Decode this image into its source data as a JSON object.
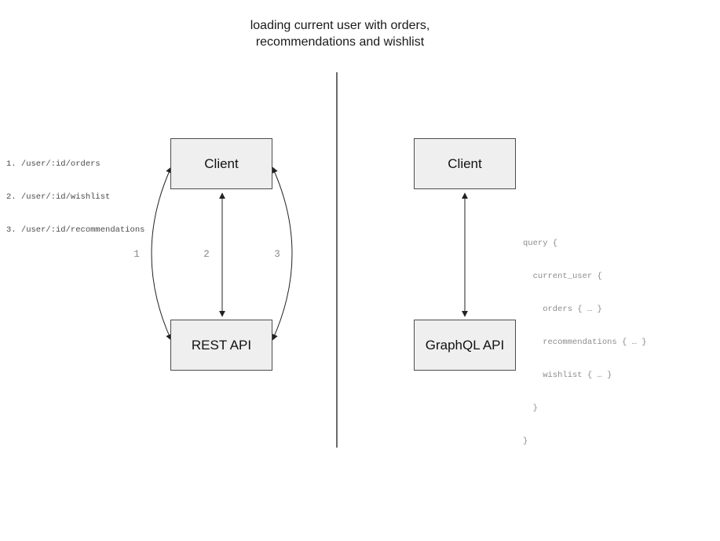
{
  "title": {
    "line1": "loading current user with orders,",
    "line2": "recommendations and wishlist"
  },
  "left_diagram": {
    "endpoints": [
      "1. /user/:id/orders",
      "2. /user/:id/wishlist",
      "3. /user/:id/recommendations"
    ],
    "client_label": "Client",
    "api_label": "REST API",
    "arrow_labels": {
      "arc1": "1",
      "arrow2": "2",
      "arc3": "3"
    }
  },
  "right_diagram": {
    "client_label": "Client",
    "api_label": "GraphQL API",
    "query_lines": [
      "query {",
      "  current_user {",
      "    orders { … }",
      "    recommendations { … }",
      "    wishlist { … }",
      "  }",
      "}"
    ]
  },
  "colors": {
    "node_fill": "#efefef",
    "node_border": "#4d4d4d",
    "arrow": "#222222",
    "divider": "#6b6b6b",
    "endpoint_text": "#4a4a4a",
    "query_text": "#8c8c8c",
    "arc_label_text": "#888888"
  }
}
